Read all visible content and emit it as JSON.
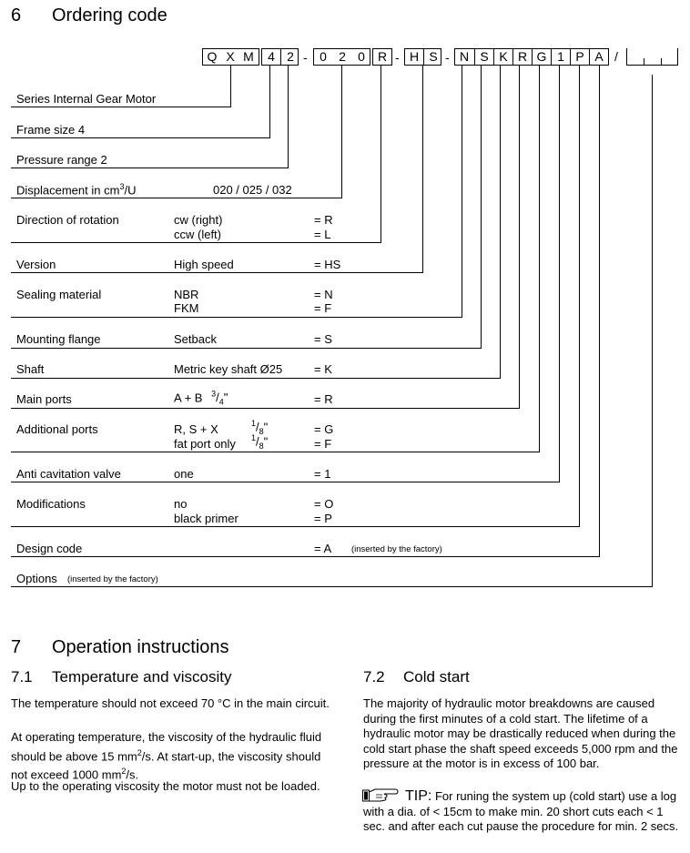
{
  "section6": {
    "number": "6",
    "title": "Ordering code"
  },
  "code": {
    "g1": [
      "Q",
      "X",
      "M"
    ],
    "g2": [
      "4",
      "2"
    ],
    "g3": [
      "0",
      "2",
      "0"
    ],
    "g4": [
      "R"
    ],
    "g5": [
      "H",
      "S"
    ],
    "g6": [
      "N",
      "S",
      "K",
      "R",
      "G",
      "1",
      "P",
      "A"
    ],
    "dash": "-",
    "slash": "/"
  },
  "rows": {
    "series": "Series Internal Gear Motor",
    "frame": "Frame size 4",
    "pressure": "Pressure range 2",
    "displacement": {
      "label": "Displacement in cm",
      "sup": "3",
      "suffix": "/U",
      "values": "020 / 025 / 032"
    },
    "rotation": {
      "label": "Direction of rotation",
      "opt1": "cw (right)",
      "val1": "= R",
      "opt2": "ccw (left)",
      "val2": "= L"
    },
    "version": {
      "label": "Version",
      "opt1": "High speed",
      "val1": "= HS"
    },
    "sealing": {
      "label": "Sealing material",
      "opt1": "NBR",
      "val1": "= N",
      "opt2": "FKM",
      "val2": "= F"
    },
    "flange": {
      "label": "Mounting flange",
      "opt1": "Setback",
      "val1": "= S"
    },
    "shaft": {
      "label": "Shaft",
      "opt1": "Metric key shaft  Ø25",
      "val1": "= K"
    },
    "mainports": {
      "label": "Main ports",
      "opt1": "A + B",
      "frac_num": "3",
      "frac_den": "4",
      "inch": "\"",
      "val1": "= R"
    },
    "addports": {
      "label": "Additional ports",
      "opt1": "R, S + X",
      "opt2": "fat port only",
      "frac_num": "1",
      "frac_den": "8",
      "inch": "\"",
      "val1": "= G",
      "val2": "= F"
    },
    "anticav": {
      "label": "Anti cavitation valve",
      "opt1": "one",
      "val1": "= 1"
    },
    "mods": {
      "label": "Modifications",
      "opt1": "no",
      "val1": "= O",
      "opt2": "black primer",
      "val2": "= P"
    },
    "design": {
      "label": "Design code",
      "val1": "= A",
      "note": "(inserted by the factory)"
    },
    "options": {
      "label": "Options",
      "note": "(inserted by the factory)"
    }
  },
  "section7": {
    "number": "7",
    "title": "Operation instructions"
  },
  "s71": {
    "number": "7.1",
    "title": "Temperature and viscosity",
    "p1": "The temperature should not  exceed 70 °C in the main circuit.",
    "p2a": "At operating temperature, the viscosity of the hydraulic fluid should be above 15 mm",
    "p2b": "/s. At start-up, the viscosity should not exceed 1000 mm",
    "p2c": "/s.",
    "sup2": "2",
    "p3": "Up to the operating viscosity the motor must not be loaded."
  },
  "s72": {
    "number": "7.2",
    "title": "Cold start",
    "p1": "The majority of hydraulic motor breakdowns are caused during the first minutes of a cold start. The lifetime of a hydraulic motor may be drastically reduced when during the cold start phase the shaft speed exceeds 5,000 rpm and the pressure at the motor is in excess of 100 bar.",
    "tip_label": "TIP:",
    "tip_text": " For runing the system up (cold start) use a log with a dia. of < 15cm to make min. 20 short cuts each < 1 sec. and after each cut pause the procedure for min. 2 secs."
  }
}
